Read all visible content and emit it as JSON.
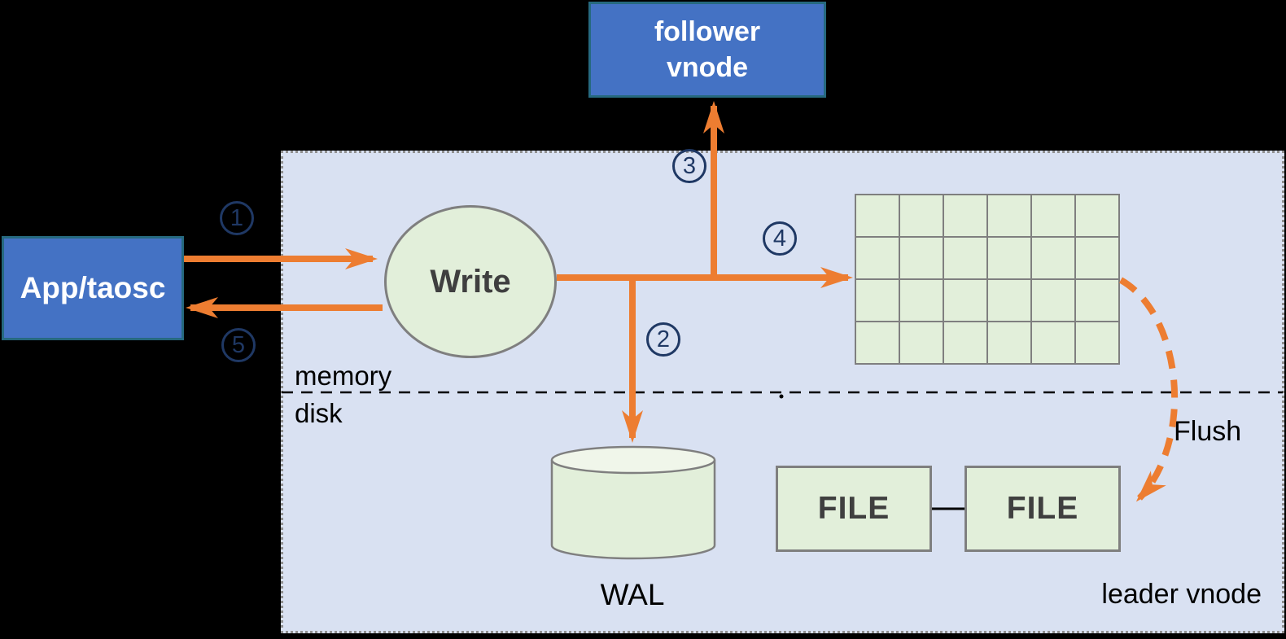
{
  "labels": {
    "follower_vnode_line1": "follower",
    "follower_vnode_line2": "vnode",
    "app": "App/taosc",
    "write": "Write",
    "wal": "WAL",
    "file_left": "FILE",
    "file_right": "FILE",
    "memory": "memory",
    "disk": "disk",
    "leader_vnode": "leader vnode",
    "flush": "Flush"
  },
  "steps": [
    "1",
    "2",
    "3",
    "4",
    "5"
  ],
  "memtable": {
    "rows": 4,
    "cols": 6
  },
  "colors": {
    "arrow_orange": "#ED7D31",
    "node_blue": "#4472C4",
    "node_border_teal": "#26697F",
    "shape_green": "#E2EFDA",
    "panel_lavender": "#D9E1F2",
    "step_navy": "#1F3864",
    "shape_border_gray": "#7f7f7f"
  }
}
